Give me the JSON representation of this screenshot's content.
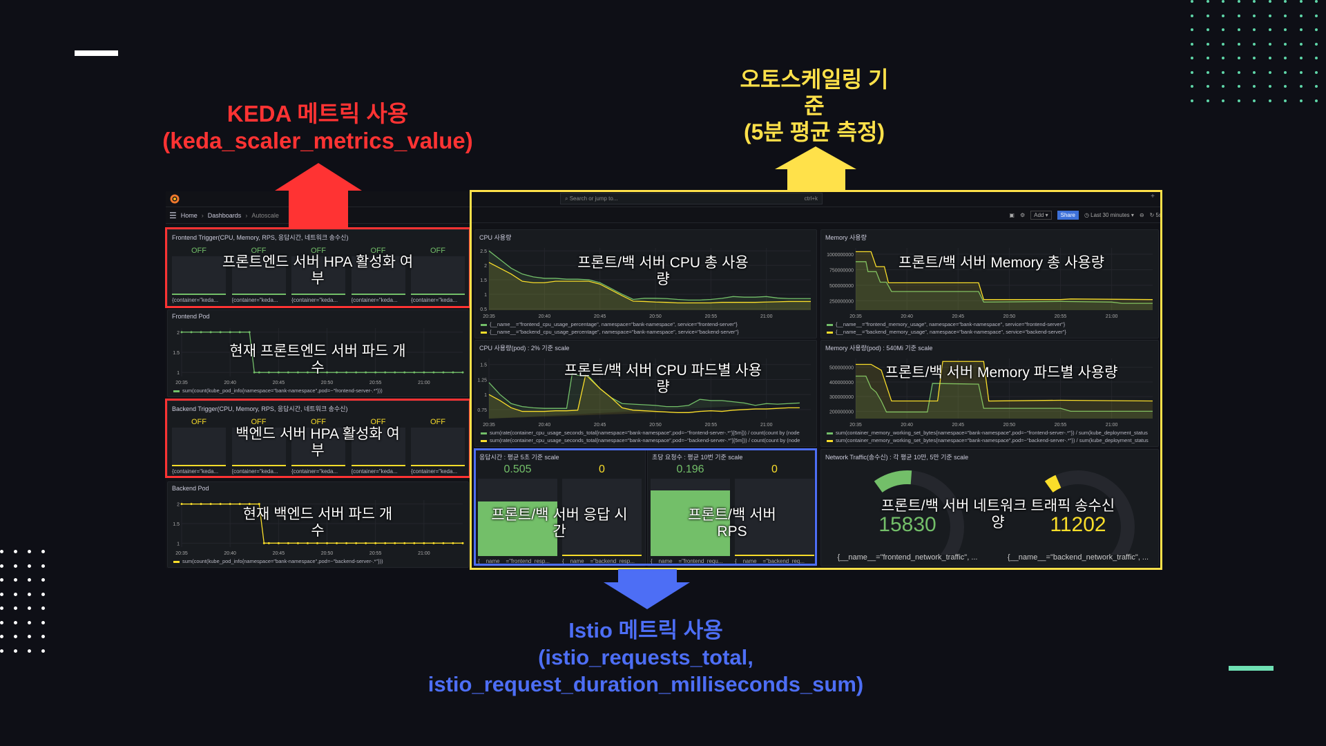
{
  "annotations": {
    "keda_line1": "KEDA 메트릭 사용",
    "keda_line2": "(keda_scaler_metrics_value)",
    "auto_line1": "오토스케일링 기",
    "auto_line2": "준",
    "auto_line3": "(5분 평균 측정)",
    "istio_line1": "Istio 메트릭 사용",
    "istio_line2": "(istio_requests_total,",
    "istio_line3": "istio_request_duration_milliseconds_sum)",
    "frontend_hpa": "프론트엔드 서버 HPA 활성화 여\n부",
    "frontend_pods": "현재 프론트엔드 서버 파드 개\n수",
    "backend_hpa": "백엔드 서버 HPA 활성화 여\n부",
    "backend_pods": "현재 백엔드 서버 파드 개\n수",
    "cpu_total": "프론트/백 서버 CPU 총 사용\n량",
    "mem_total": "프론트/백 서버 Memory 총 사용량",
    "cpu_pod": "프론트/백 서버 CPU 파드별 사용\n량",
    "mem_pod": "프론트/백 서버 Memory 파드별 사용량",
    "resp": "프론트/백 서버 응답 시\n간",
    "rps": "프론트/백 서버\nRPS",
    "net": "프론트/백 서버 네트워크 트래픽 송수신\n양"
  },
  "colors": {
    "keda": "#ff3333",
    "auto": "#ffe14a",
    "istio": "#4d6ef5",
    "green": "#73bf69",
    "yellow": "#fade2a"
  },
  "nav": {
    "home": "Home",
    "dashboards": "Dashboards",
    "current": "Autoscale",
    "sep": "›",
    "search_placeholder": "Search or jump to...",
    "search_shortcut": "ctrl+k",
    "add": "Add",
    "share": "Share",
    "time_range": "Last 30 minutes",
    "refresh": "5s"
  },
  "frontend_trigger": {
    "title": "Frontend Trigger(CPU, Memory, RPS, 응답시간, 네트워크 송수신)",
    "items": [
      {
        "state": "OFF",
        "label": "{container=\"keda..."
      },
      {
        "state": "OFF",
        "label": "{container=\"keda..."
      },
      {
        "state": "OFF",
        "label": "{container=\"keda..."
      },
      {
        "state": "OFF",
        "label": "{container=\"keda..."
      },
      {
        "state": "OFF",
        "label": "{container=\"keda..."
      }
    ]
  },
  "backend_trigger": {
    "title": "Backend Trigger(CPU, Memory, RPS, 응답시간, 네트워크 송수신)",
    "items": [
      {
        "state": "OFF",
        "label": "{container=\"keda..."
      },
      {
        "state": "OFF",
        "label": "{container=\"keda..."
      },
      {
        "state": "OFF",
        "label": "{container=\"keda..."
      },
      {
        "state": "OFF",
        "label": "{container=\"keda..."
      },
      {
        "state": "OFF",
        "label": "{container=\"keda..."
      }
    ]
  },
  "charts": {
    "fpod": {
      "title": "Frontend Pod",
      "ylim": [
        0.9,
        2.1
      ],
      "yticks": [
        "1",
        "1.5",
        "2"
      ],
      "ytv": [
        1,
        1.5,
        2
      ],
      "dots": true,
      "series": [
        {
          "name": "sum(count(kube_pod_info{namespace=\"bank-namespace\",pod=~\"frontend-server-.*\"}))",
          "color": "#73bf69",
          "t": [
            0,
            1,
            2,
            3,
            4,
            5,
            6,
            7,
            7.5,
            8,
            9,
            10,
            11,
            12,
            13,
            14,
            15,
            16,
            17,
            18,
            19,
            20,
            21,
            22,
            23,
            24,
            25,
            26,
            27,
            28,
            29
          ],
          "v": [
            2,
            2,
            2,
            2,
            2,
            2,
            2,
            2,
            1,
            1,
            1,
            1,
            1,
            1,
            1,
            1,
            1,
            1,
            1,
            1,
            1,
            1,
            1,
            1,
            1,
            1,
            1,
            1,
            1,
            1,
            1
          ]
        }
      ]
    },
    "bpod": {
      "title": "Backend Pod",
      "ylim": [
        0.9,
        2.1
      ],
      "yticks": [
        "1",
        "1.5",
        "2"
      ],
      "ytv": [
        1,
        1.5,
        2
      ],
      "dots": true,
      "series": [
        {
          "name": "sum(count(kube_pod_info{namespace=\"bank-namespace\",pod=~\"backend-server-.*\"}))",
          "color": "#fade2a",
          "t": [
            0,
            1,
            2,
            3,
            4,
            5,
            6,
            7,
            8,
            8.5,
            9,
            10,
            11,
            12,
            13,
            14,
            15,
            16,
            17,
            18,
            19,
            20,
            21,
            22,
            23,
            24,
            25,
            26,
            27,
            28,
            29
          ],
          "v": [
            2,
            2,
            2,
            2,
            2,
            2,
            2,
            2,
            2,
            1,
            1,
            1,
            1,
            1,
            1,
            1,
            1,
            1,
            1,
            1,
            1,
            1,
            1,
            1,
            1,
            1,
            1,
            1,
            1,
            1,
            1
          ]
        }
      ]
    },
    "cpu": {
      "title": "CPU 사용량",
      "ylim": [
        0.45,
        2.6
      ],
      "yticks": [
        "0.5",
        "1",
        "1.5",
        "2",
        "2.5"
      ],
      "ytv": [
        0.5,
        1,
        1.5,
        2,
        2.5
      ],
      "series": [
        {
          "name": "{__name__=\"frontend_cpu_usage_percentage\", namespace=\"bank-namespace\", service=\"frontend-server\"}",
          "color": "#73bf69",
          "t": [
            0,
            1,
            2,
            3,
            4,
            5,
            6,
            7,
            8,
            9,
            10,
            11,
            12,
            13,
            14,
            15,
            16,
            17,
            18,
            19,
            20,
            21,
            22,
            23,
            24,
            25,
            26,
            27,
            28,
            29
          ],
          "v": [
            2.5,
            2.2,
            1.9,
            1.7,
            1.6,
            1.55,
            1.55,
            1.52,
            1.52,
            1.5,
            1.4,
            1.2,
            1.0,
            0.82,
            0.86,
            0.86,
            0.85,
            0.82,
            0.8,
            0.8,
            0.82,
            0.86,
            0.92,
            0.9,
            0.9,
            0.92,
            0.87,
            0.85,
            0.85,
            0.85
          ]
        },
        {
          "name": "{__name__=\"backend_cpu_usage_percentage\", namespace=\"bank-namespace\", service=\"backend-server\"}",
          "color": "#fade2a",
          "t": [
            0,
            1,
            2,
            3,
            4,
            5,
            6,
            7,
            8,
            9,
            10,
            11,
            12,
            13,
            14,
            15,
            16,
            17,
            18,
            19,
            20,
            21,
            22,
            23,
            24,
            25,
            26,
            27,
            28,
            29
          ],
          "v": [
            2.1,
            1.9,
            1.7,
            1.45,
            1.4,
            1.4,
            1.45,
            1.45,
            1.45,
            1.45,
            1.35,
            1.15,
            0.95,
            0.76,
            0.75,
            0.73,
            0.72,
            0.7,
            0.7,
            0.7,
            0.7,
            0.72,
            0.72,
            0.72,
            0.72,
            0.73,
            0.74,
            0.75,
            0.75,
            0.75
          ]
        }
      ]
    },
    "mem": {
      "title": "Memory 사용량",
      "ylim": [
        100000000,
        1100000000
      ],
      "yticks": [
        "250000000",
        "500000000",
        "750000000",
        "1000000000"
      ],
      "ytv": [
        250000000,
        500000000,
        750000000,
        1000000000
      ],
      "series": [
        {
          "name": "{__name__=\"frontend_memory_usage\", namespace=\"bank-namespace\", service=\"frontend-server\"}",
          "color": "#73bf69",
          "t": [
            0,
            1,
            1.2,
            2,
            2.4,
            3,
            3.5,
            4,
            10,
            12,
            12.5,
            20,
            25,
            26,
            29
          ],
          "v": [
            880000000,
            880000000,
            720000000,
            720000000,
            550000000,
            550000000,
            400000000,
            400000000,
            400000000,
            400000000,
            230000000,
            240000000,
            230000000,
            210000000,
            210000000
          ]
        },
        {
          "name": "{__name__=\"backend_memory_usage\", namespace=\"bank-namespace\", service=\"backend-server\"}",
          "color": "#fade2a",
          "t": [
            0,
            1.5,
            2,
            2.8,
            3.2,
            12,
            12.5,
            20,
            21,
            29
          ],
          "v": [
            1040000000,
            1040000000,
            800000000,
            800000000,
            540000000,
            540000000,
            270000000,
            270000000,
            280000000,
            270000000
          ]
        }
      ]
    },
    "cpupod": {
      "title": "CPU 사용량(pod) : 2% 기준 scale",
      "ylim": [
        0.6,
        1.6
      ],
      "yticks": [
        "0.75",
        "1",
        "1.25",
        "1.5"
      ],
      "ytv": [
        0.75,
        1,
        1.25,
        1.5
      ],
      "series": [
        {
          "name": "sum(rate(container_cpu_usage_seconds_total{namespace=\"bank-namespace\",pod=~\"frontend-server-.*\"}[5m])) / count(count by (node",
          "color": "#73bf69",
          "t": [
            0,
            1,
            2,
            3,
            4,
            5,
            6,
            7,
            7.5,
            8,
            9,
            10,
            11,
            12,
            13,
            14,
            15,
            16,
            17,
            18,
            19,
            20,
            21,
            22,
            23,
            24,
            25,
            26,
            27,
            28,
            29
          ],
          "v": [
            1.2,
            1.0,
            0.85,
            0.8,
            0.78,
            0.77,
            0.77,
            0.77,
            1.35,
            1.32,
            1.3,
            1.1,
            0.95,
            0.85,
            0.84,
            0.83,
            0.82,
            0.8,
            0.8,
            0.82,
            0.92,
            0.9,
            0.9,
            0.88,
            0.86,
            0.82,
            0.85,
            0.84,
            0.85,
            0.86
          ]
        },
        {
          "name": "sum(rate(container_cpu_usage_seconds_total{namespace=\"bank-namespace\",pod=~\"backend-server-.*\"}[5m])) / count(count by (node",
          "color": "#fade2a",
          "t": [
            0,
            1,
            2,
            3,
            4,
            5,
            6,
            7,
            8,
            8.7,
            9,
            10,
            11,
            12,
            13,
            14,
            15,
            16,
            17,
            18,
            19,
            20,
            21,
            22,
            23,
            24,
            25,
            26,
            27,
            28,
            29
          ],
          "v": [
            1.0,
            0.9,
            0.78,
            0.72,
            0.72,
            0.72,
            0.73,
            0.73,
            0.74,
            1.32,
            1.28,
            1.1,
            0.95,
            0.78,
            0.74,
            0.73,
            0.72,
            0.71,
            0.7,
            0.7,
            0.72,
            0.73,
            0.72,
            0.74,
            0.75,
            0.76,
            0.76,
            0.77,
            0.78,
            0.78
          ]
        }
      ]
    },
    "mempod": {
      "title": "Memory 사용량(pod) : 540Mi 기준 scale",
      "ylim": [
        150000000,
        560000000
      ],
      "yticks": [
        "200000000",
        "300000000",
        "400000000",
        "500000000"
      ],
      "ytv": [
        200000000,
        300000000,
        400000000,
        500000000
      ],
      "series": [
        {
          "name": "sum(container_memory_working_set_bytes{namespace=\"bank-namespace\",pod=~\"frontend-server-.*\"}) / sum(kube_deployment_status",
          "color": "#73bf69",
          "t": [
            0,
            1,
            1.5,
            2,
            2.5,
            3,
            7,
            7.5,
            12,
            12.5,
            20,
            21,
            29
          ],
          "v": [
            440000000,
            440000000,
            360000000,
            330000000,
            270000000,
            195000000,
            195000000,
            390000000,
            385000000,
            220000000,
            220000000,
            200000000,
            200000000
          ]
        },
        {
          "name": "sum(container_memory_working_set_bytes{namespace=\"bank-namespace\",pod=~\"backend-server-.*\"}) / sum(kube_deployment_status",
          "color": "#fade2a",
          "t": [
            0,
            1.5,
            2.5,
            3.5,
            8,
            8.5,
            12.5,
            13,
            20,
            29
          ],
          "v": [
            520000000,
            520000000,
            480000000,
            270000000,
            270000000,
            540000000,
            540000000,
            270000000,
            275000000,
            270000000
          ]
        }
      ]
    }
  },
  "xticks": [
    "20:35",
    "20:40",
    "20:45",
    "20:50",
    "20:55",
    "21:00"
  ],
  "resp": {
    "title": "응답시간 : 평균 5초 기준 scale",
    "items": [
      {
        "value": "0.505",
        "fill": 0.7,
        "color": "#73bf69",
        "label": "{__name__=\"frontend_resp..."
      },
      {
        "value": "0",
        "fill": 0,
        "color": "#fade2a",
        "label": "{__name__=\"backend_resp..."
      }
    ]
  },
  "rps": {
    "title": "초당 요청수 : 평균 10번 기준 scale",
    "items": [
      {
        "value": "0.196",
        "fill": 0.85,
        "color": "#73bf69",
        "label": "{__name__=\"frontend_requ..."
      },
      {
        "value": "0",
        "fill": 0,
        "color": "#fade2a",
        "label": "{__name__=\"backend_req..."
      }
    ]
  },
  "net": {
    "title": "Network Traffic(송수신) : 각 평균 10만, 5만 기준 scale",
    "items": [
      {
        "value": "15830",
        "fraction": 0.16,
        "color": "#73bf69",
        "label": "{__name__=\"frontend_network_traffic\", ..."
      },
      {
        "value": "11202",
        "fraction": 0.05,
        "color": "#fade2a",
        "label": "{__name__=\"backend_network_traffic\", ..."
      }
    ]
  }
}
